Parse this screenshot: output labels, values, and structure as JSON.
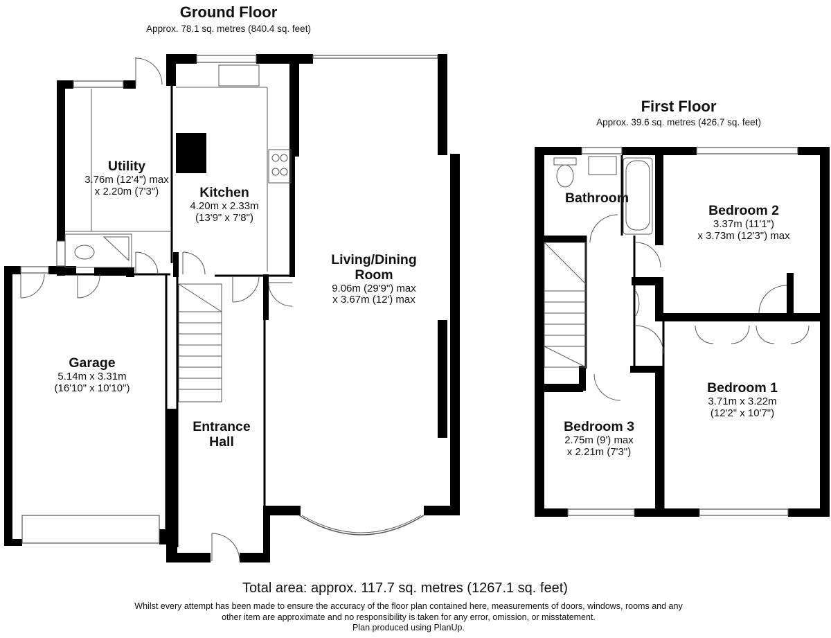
{
  "ground_floor": {
    "title": "Ground Floor",
    "area": "Approx. 78.1 sq. metres (840.4 sq. feet)",
    "rooms": {
      "utility": {
        "name": "Utility",
        "dims": [
          "3.76m (12'4\") max",
          "x 2.20m (7'3\")"
        ]
      },
      "kitchen": {
        "name": "Kitchen",
        "dims": [
          "4.20m x 2.33m",
          "(13'9\" x 7'8\")"
        ]
      },
      "living": {
        "name": [
          "Living/Dining",
          "Room"
        ],
        "dims": [
          "9.06m (29'9\") max",
          "x 3.67m (12') max"
        ]
      },
      "garage": {
        "name": "Garage",
        "dims": [
          "5.14m x 3.31m",
          "(16'10\" x 10'10\")"
        ]
      },
      "hall": {
        "name": [
          "Entrance",
          "Hall"
        ]
      }
    }
  },
  "first_floor": {
    "title": "First Floor",
    "area": "Approx. 39.6 sq. metres (426.7 sq. feet)",
    "rooms": {
      "bathroom": {
        "name": "Bathroom"
      },
      "bedroom2": {
        "name": "Bedroom 2",
        "dims": [
          "3.37m (11'1\")",
          "x 3.73m (12'3\") max"
        ]
      },
      "bedroom1": {
        "name": "Bedroom 1",
        "dims": [
          "3.71m x 3.22m",
          "(12'2\" x 10'7\")"
        ]
      },
      "bedroom3": {
        "name": "Bedroom 3",
        "dims": [
          "2.75m (9') max",
          "x 2.21m (7'3\")"
        ]
      }
    }
  },
  "footer": {
    "total": "Total area: approx. 117.7 sq. metres (1267.1 sq. feet)",
    "disclaimer": [
      "Whilst every attempt has been made to ensure the accuracy of the floor plan contained here, measurements of doors, windows, rooms and any",
      "other item are approximate and no responsibility is taken for any error, omission, or misstatement.",
      "Plan produced using PlanUp."
    ]
  },
  "colors": {
    "wall": "#000000",
    "fixture": "#555555",
    "background": "#ffffff"
  }
}
